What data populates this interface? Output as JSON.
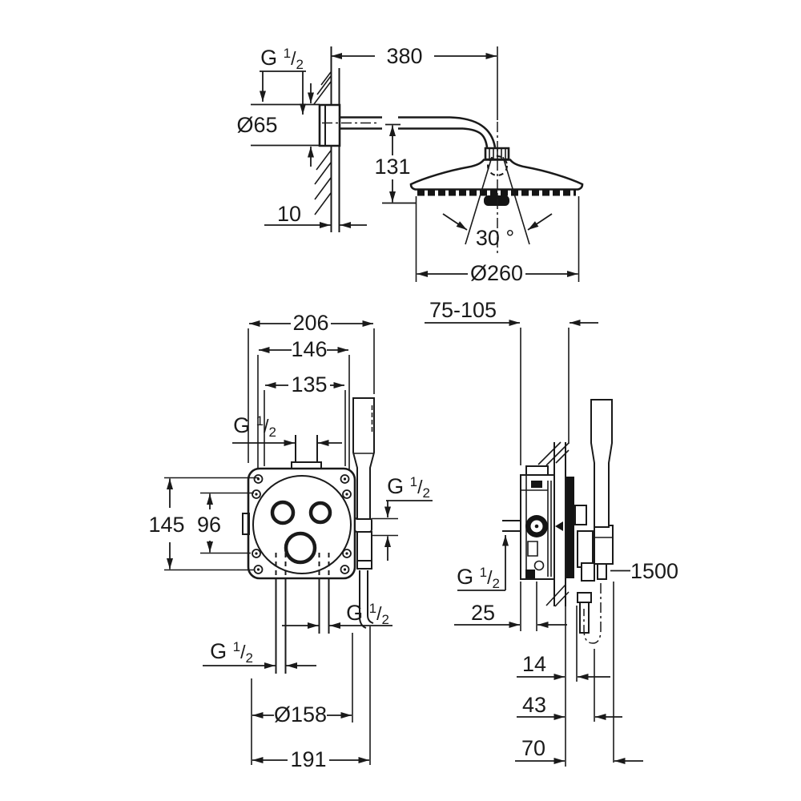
{
  "document": {
    "type": "technical installation drawing",
    "product": "concealed thermostatic shower set with head shower and hand shower",
    "unit_system": "millimetres"
  },
  "head_shower_view": {
    "description": "Head shower with shower arm, side elevation",
    "dims": {
      "wall_thread": "G 1/2",
      "arm_length": "380",
      "flange_diameter": "Ø65",
      "drop_height": "131",
      "wall_plate_offset": "10",
      "spray_angle": "30 °",
      "head_diameter": "Ø260"
    }
  },
  "mixer_front_view": {
    "description": "Concealed mixer rough-in with hand shower, front elevation",
    "dims": {
      "overall_width": "206",
      "screw_spacing_width": "146",
      "box_width": "135",
      "top_outlet_thread": "G 1/2",
      "screw_spacing_height": "145",
      "inner_spacing_height": "96",
      "side_outlet_thread": "G 1/2",
      "left_inlet_thread": "G 1/2",
      "right_inlet_thread": "G 1/2",
      "rosette_diameter": "Ø158",
      "bottom_width": "191"
    }
  },
  "mixer_side_view": {
    "description": "Concealed mixer rough-in, side section through finished wall",
    "dims": {
      "installation_depth_range": "75-105",
      "inlet_thread": "G 1/2",
      "offset_box_front": "25",
      "hose_length": "1500",
      "offset_trim": "14",
      "offset_hose": "43",
      "offset_holder": "70"
    }
  }
}
